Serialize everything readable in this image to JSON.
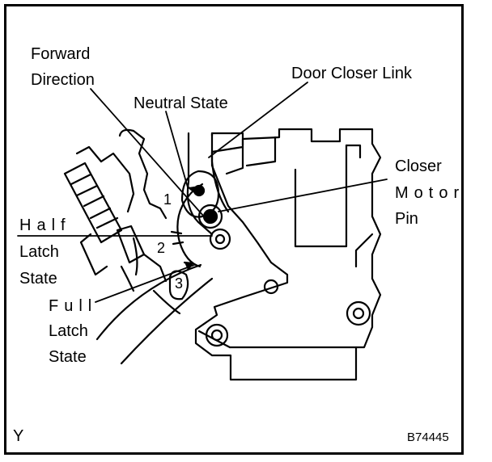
{
  "labels": {
    "forward_1": "Forward",
    "forward_2": "Direction",
    "neutral": "Neutral State",
    "door_closer_link": "Door Closer Link",
    "closer": "Closer",
    "motor": "Motor",
    "pin": "Pin",
    "half_1": "Half",
    "half_2": "Latch",
    "half_3": "State",
    "full_1": "Full",
    "full_2": "Latch",
    "full_3": "State"
  },
  "steps": [
    "1",
    "2",
    "3"
  ],
  "corner_letter": "Y",
  "figure_code": "B74445"
}
